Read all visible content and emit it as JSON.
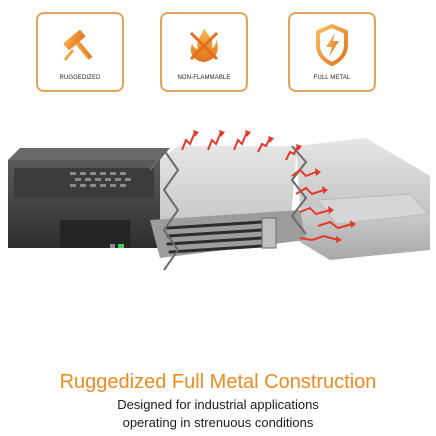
{
  "badges": [
    {
      "label": "RUGGEDIZED",
      "icon": "hammer-icon"
    },
    {
      "label": "NON-FLAMMABLE",
      "icon": "no-flame-icon"
    },
    {
      "label": "FULL METAL",
      "icon": "shield-icon"
    }
  ],
  "headline": "Ruggedized Full Metal Construction",
  "subtitle_line1": "Designed for industrial applications",
  "subtitle_line2": "operating in strenuous conditions",
  "colors": {
    "accent": "#f08a1e",
    "badge_border": "#e6a35a",
    "metal": "#c8c8c8",
    "dark_chassis": "#4a4a4a",
    "arrows": "#e23b2b"
  }
}
